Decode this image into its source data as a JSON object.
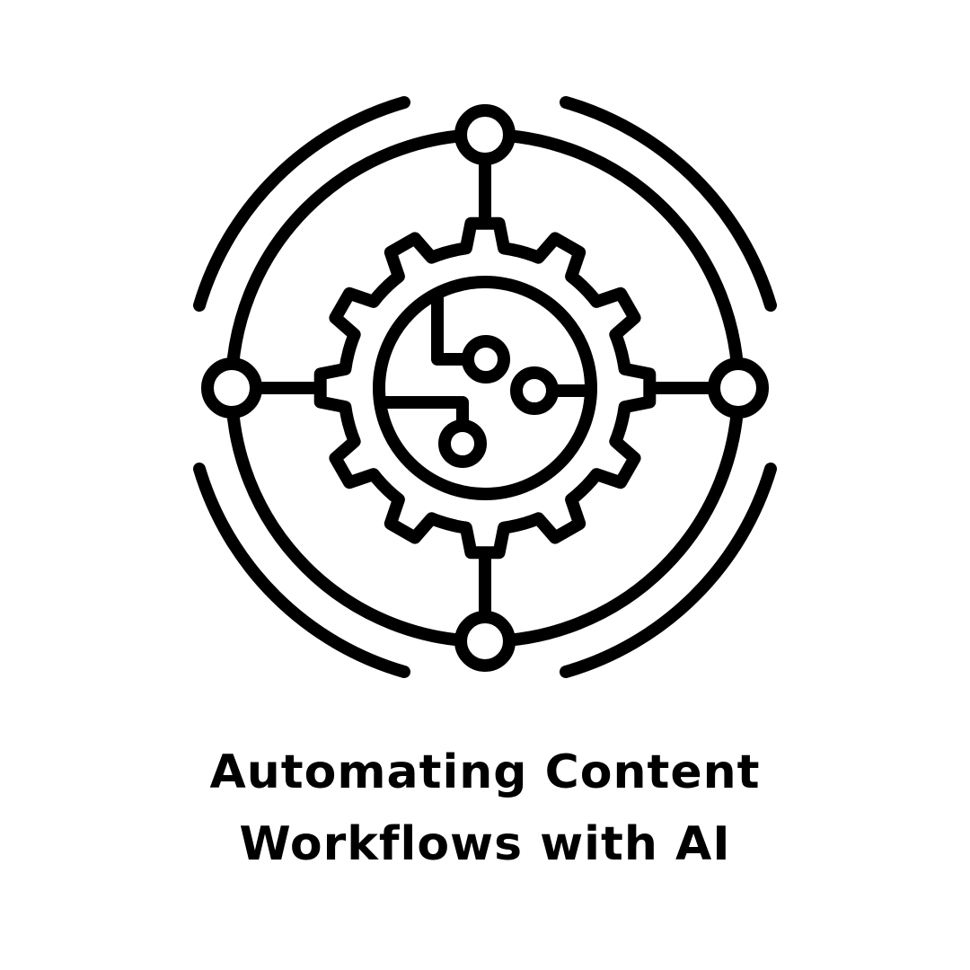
{
  "illustration": {
    "name": "ai-automation-gear-icon",
    "stroke_color": "#000000",
    "background": "#ffffff",
    "components": [
      "outer-arcs",
      "ring-circle",
      "connector-nodes",
      "gear",
      "circuit-circle"
    ]
  },
  "title": {
    "line1": "Automating Content",
    "line2": "Workflows with AI",
    "color": "#000000"
  }
}
